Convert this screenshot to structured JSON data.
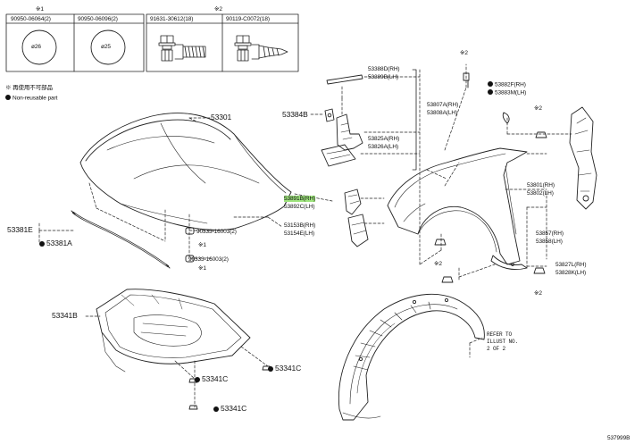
{
  "legend_table_1": {
    "note": "※1",
    "columns": [
      {
        "part": "90950-06064(2)",
        "dia": "ø26"
      },
      {
        "part": "90950-06096(2)",
        "dia": "ø25"
      }
    ]
  },
  "legend_table_2": {
    "note": "※2",
    "columns": [
      {
        "part": "91631-30612(18)"
      },
      {
        "part": "90119-C0072(18)"
      }
    ]
  },
  "notes": {
    "asterisk_jp": "※ 再使用不可部品",
    "dot_en": "Non-reusable part"
  },
  "labels": {
    "hood": "53301",
    "seal_front": "53381E",
    "seal_front_clip": "53381A",
    "hood_cushion_a": "90333-16003(2)",
    "hood_cushion_b": "90333-16003(2)",
    "cushion_note_1": "※1",
    "cushion_note_2": "※1",
    "fender_cover_top_a": "53388D(RH)",
    "fender_cover_top_b": "53389B(LH)",
    "fender_clip": "53384B",
    "fender_bracket_a": "53807A(RH)",
    "fender_bracket_b": "53808A(LH)",
    "fender_seal_a": "53825A(RH)",
    "fender_seal_b": "53826A(LH)",
    "fender_liner_a": "53891B(RH)",
    "fender_liner_b": "53892C(LH)",
    "fender_spacer_a": "53153B(RH)",
    "fender_spacer_b": "53154E(LH)",
    "top_bolt_note": "※2",
    "rear_seal_a": "53882F(RH)",
    "rear_seal_b": "53883M(LH)",
    "rear_note": "※2",
    "fender_a": "53801(RH)",
    "fender_b": "53802(LH)",
    "mud_a": "53857(RH)",
    "mud_b": "53858(LH)",
    "lower_a": "53827L(RH)",
    "lower_b": "53828K(LH)",
    "left_bolt_note": "※2",
    "lower_bolt_note": "※2",
    "under_cover": "53341B",
    "clip_1": "53341C",
    "clip_2": "53341C",
    "clip_3": "53341C",
    "liner_ref_1": "REFER TO",
    "liner_ref_2": "ILLUST NO.",
    "liner_ref_3": "2 OF 2",
    "diagram_id": "537999B"
  }
}
